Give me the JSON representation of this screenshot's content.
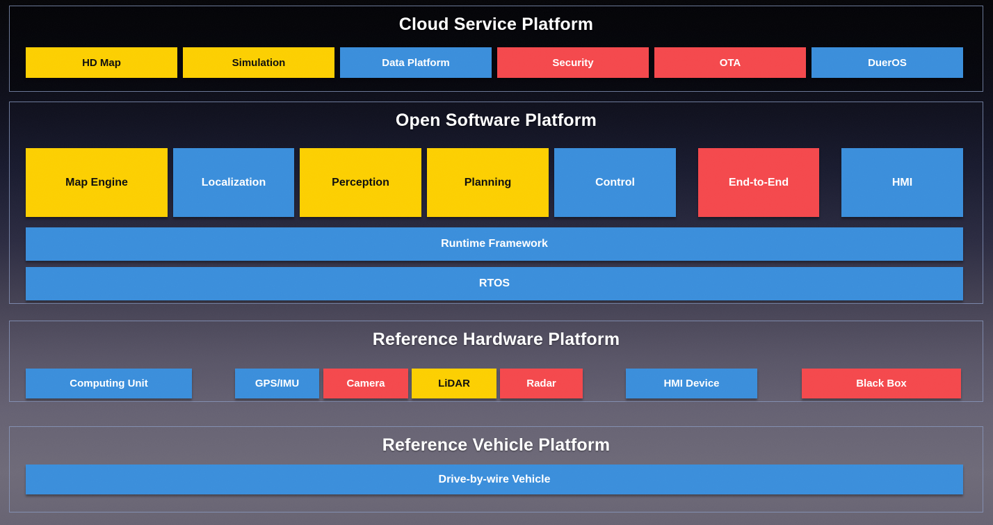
{
  "colors": {
    "yellow": {
      "bg": "#fccf00",
      "text": "#0d0d0d"
    },
    "blue": {
      "bg": "#3a8edb",
      "text": "#ffffff"
    },
    "red": {
      "bg": "#f4484c",
      "text": "#ffffff"
    }
  },
  "cloud": {
    "title": "Cloud Service Platform",
    "boxes": [
      {
        "label": "HD Map",
        "color": "yellow"
      },
      {
        "label": "Simulation",
        "color": "yellow"
      },
      {
        "label": "Data Platform",
        "color": "blue"
      },
      {
        "label": "Security",
        "color": "red"
      },
      {
        "label": "OTA",
        "color": "red"
      },
      {
        "label": "DuerOS",
        "color": "blue"
      }
    ]
  },
  "software": {
    "title": "Open Software Platform",
    "modules": [
      {
        "label": "Map Engine",
        "color": "yellow"
      },
      {
        "label": "Localization",
        "color": "blue"
      },
      {
        "label": "Perception",
        "color": "yellow"
      },
      {
        "label": "Planning",
        "color": "yellow"
      },
      {
        "label": "Control",
        "color": "blue"
      },
      {
        "label": "End-to-End",
        "color": "red"
      },
      {
        "label": "HMI",
        "color": "blue"
      }
    ],
    "runtime": {
      "label": "Runtime Framework",
      "color": "blue"
    },
    "rtos": {
      "label": "RTOS",
      "color": "blue"
    }
  },
  "hardware": {
    "title": "Reference Hardware Platform",
    "boxes": [
      {
        "label": "Computing Unit",
        "color": "blue"
      },
      {
        "label": "GPS/IMU",
        "color": "blue"
      },
      {
        "label": "Camera",
        "color": "red"
      },
      {
        "label": "LiDAR",
        "color": "yellow"
      },
      {
        "label": "Radar",
        "color": "red"
      },
      {
        "label": "HMI Device",
        "color": "blue"
      },
      {
        "label": "Black Box",
        "color": "red"
      }
    ]
  },
  "vehicle": {
    "title": "Reference Vehicle Platform",
    "bar": {
      "label": "Drive-by-wire Vehicle",
      "color": "blue"
    }
  }
}
